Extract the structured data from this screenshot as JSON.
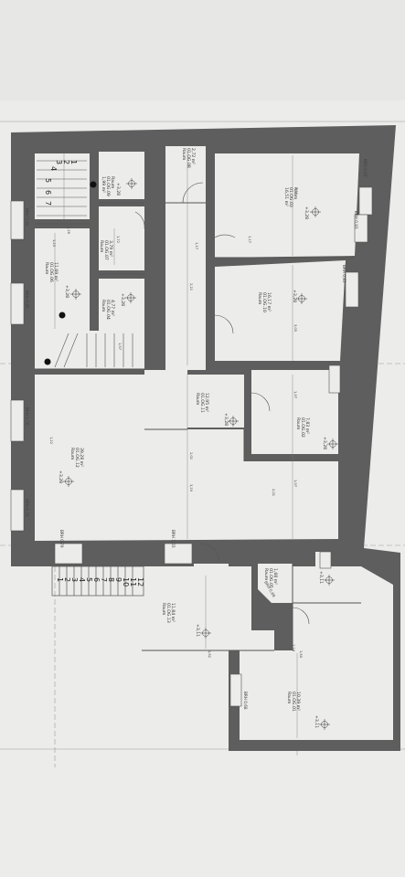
{
  "colors": {
    "paper": "#e7e7e5",
    "sheet": "#ececea",
    "wall": "#5e5e5e",
    "line": "#555555",
    "gridline": "#9a9a9a"
  },
  "rooms": [
    {
      "id": "room_01OG09",
      "code": "01.OG.09",
      "name": "Raum",
      "area": "1,99 m²",
      "level": "+3,28"
    },
    {
      "id": "room_01OG08",
      "code": "01.OG.08",
      "name": "Raum",
      "area": "2,72 m²",
      "level": ""
    },
    {
      "id": "room_01OG03",
      "code": "01.OG.03",
      "name": "Raum",
      "area": "16,51 m²",
      "level": "+3,28"
    },
    {
      "id": "room_01OG07",
      "code": "01.OG.07",
      "name": "Raum",
      "area": "3,79 m²",
      "level": ""
    },
    {
      "id": "room_01OG06",
      "code": "01.OG.06",
      "name": "Raum",
      "area": "11,69 m²",
      "level": "+3,28"
    },
    {
      "id": "room_01OG04",
      "code": "01.OG.04",
      "name": "Raum",
      "area": "4,77 m²",
      "level": "+3,28"
    },
    {
      "id": "room_01OG10",
      "code": "01.OG.10",
      "name": "Raum",
      "area": "16,17 m²",
      "level": "+3,28"
    },
    {
      "id": "room_01OG11",
      "code": "01.OG.11",
      "name": "Raum",
      "area": "12,95 m²",
      "level": "+3,28"
    },
    {
      "id": "room_01OG02",
      "code": "01.OG.02",
      "name": "Raum",
      "area": "7,83 m²",
      "level": "+3,28"
    },
    {
      "id": "room_01OG12",
      "code": "01.OG.12",
      "name": "Raum",
      "area": "39,28 m²",
      "level": "+3,28"
    },
    {
      "id": "room_01OG05",
      "code": "01.OG.05",
      "name": "Raum",
      "area": "1,68 m²",
      "level": "+3,11"
    },
    {
      "id": "room_01OG13",
      "code": "01.OG.13",
      "name": "Raum",
      "area": "11,84 m²",
      "level": "+3,11"
    },
    {
      "id": "room_01OG01",
      "code": "01.OG.01",
      "name": "Raum",
      "area": "10,39 m²",
      "level": "+3,11"
    }
  ],
  "wall_labels": {
    "brh_top_right_1": "BRH 0,83",
    "brh_top_right_2": "BRH 0,83",
    "brh_top_right_3": "BRH 0,83",
    "brh_left_1": "BRH 1,04",
    "brh_left_2": "BRH 0,80",
    "brh_left_3": "BRH 0,76",
    "brh_left_4": "BRH 0,76",
    "brh_bottom_1": "BRH 0,79",
    "brh_bottom_2": "BRH 1,03",
    "brh_bottom_3": "BRH 0,68",
    "brh_bottom_right": "BRH 0,68"
  },
  "dims": {
    "d1": "1,26",
    "d2": "1,23",
    "d3": "3,06",
    "d4": "1,17",
    "d5": "1,17",
    "d6": "2,21",
    "d7": "1,72",
    "d8": "1,57",
    "d9": "3,05",
    "d10": "3,29",
    "d11": "1,97",
    "d12": "1,22",
    "d13": "1,97",
    "d14": "2,01",
    "d15": "2,01",
    "d16": "1,24",
    "d17": "1,62",
    "d18": "1,60"
  },
  "stairs_upper": [
    "1",
    "2",
    "3",
    "4",
    "5",
    "6",
    "7"
  ],
  "stairs_lower": [
    "12",
    "11",
    "10",
    "9",
    "8",
    "7",
    "6",
    "5",
    "4",
    "3",
    "2",
    "1"
  ]
}
